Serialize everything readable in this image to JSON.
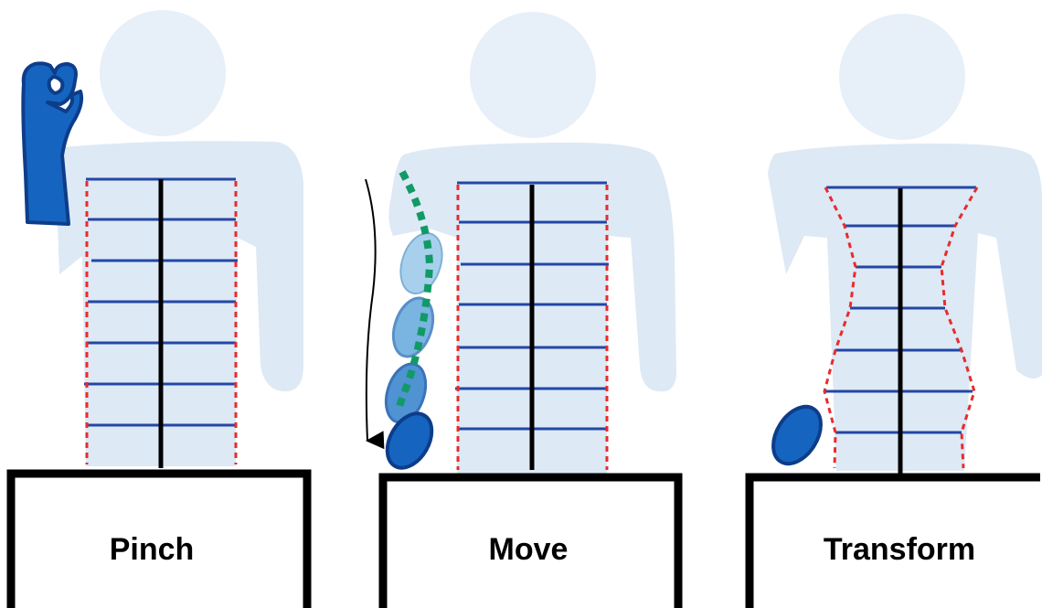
{
  "panels": [
    {
      "label": "Pinch"
    },
    {
      "label": "Move"
    },
    {
      "label": "Transform"
    }
  ],
  "colors": {
    "body_fill": "#dde9f5",
    "head_fill": "#e7eff8",
    "scan_line": "#2347a6",
    "spine": "#000000",
    "boundary": "#e82c2c",
    "trajectory": "#119a66",
    "hand_dark": "#1565c0",
    "hand_light": "#90c4e6",
    "box_outline": "#000000"
  },
  "icons": [
    "pinch-hand-icon",
    "moving-hand-icon",
    "resting-hand-icon",
    "down-arrow-icon"
  ]
}
